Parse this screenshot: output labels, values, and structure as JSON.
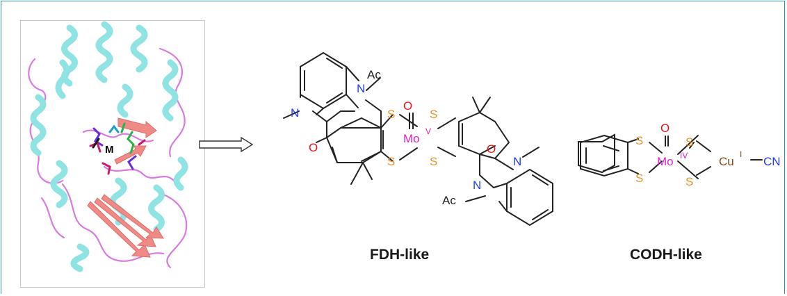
{
  "protein": {
    "center_label": "M"
  },
  "fdh": {
    "caption": "FDH-like",
    "metal": "Mo",
    "ox": "V",
    "oxo": "O",
    "s": "S",
    "n": "N",
    "o": "O",
    "ac": "Ac"
  },
  "codh": {
    "caption": "CODH-like",
    "metal": "Mo",
    "ox": "IV",
    "oxo": "O",
    "s": "S",
    "cu": "Cu",
    "cu_ox": "I",
    "cn": "CN"
  },
  "colors": {
    "S": "#e8922c",
    "N": "#1f3ff0",
    "O": "#e8141a",
    "Mo": "#e020d0",
    "Cu": "#8b4a13",
    "frame": "#2a8ad4",
    "helix": "#8fe3e3",
    "sheet": "#f08a86",
    "loop": "#d97ae0"
  }
}
